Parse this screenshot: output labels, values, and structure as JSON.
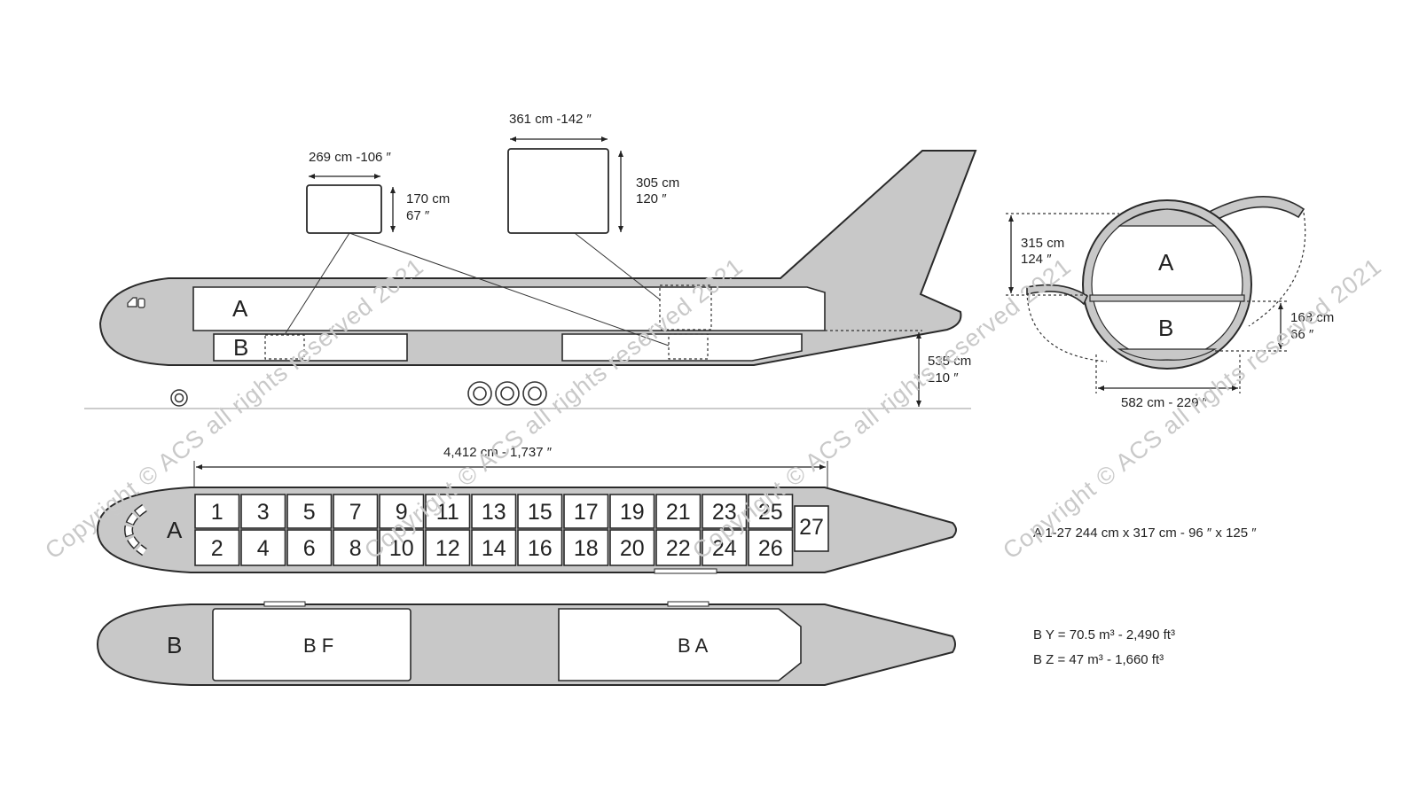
{
  "side_view": {
    "deck_a_label": "A",
    "deck_b_label": "B",
    "pallet_small": {
      "width": "269 cm -106 ″",
      "height_cm": "170 cm",
      "height_in": "67 ″"
    },
    "pallet_large": {
      "width": "361 cm -142 ″",
      "height_cm": "305 cm",
      "height_in": "120 ″"
    },
    "ground_height": {
      "cm": "535 cm",
      "in": "210 ″"
    }
  },
  "cross_section": {
    "label_a": "A",
    "label_b": "B",
    "upper_height": {
      "cm": "315 cm",
      "in": "124 ″"
    },
    "lower_height": {
      "cm": "168 cm",
      "in": "66 ″"
    },
    "width": "582  cm - 229 ″"
  },
  "main_deck_plan": {
    "label": "A",
    "length": "4,412 cm - 1,737 ″",
    "positions_top": [
      "1",
      "3",
      "5",
      "7",
      "9",
      "11",
      "13",
      "15",
      "17",
      "19",
      "21",
      "23",
      "25"
    ],
    "positions_bottom": [
      "2",
      "4",
      "6",
      "8",
      "10",
      "12",
      "14",
      "16",
      "18",
      "20",
      "22",
      "24",
      "26"
    ],
    "tail_position": "27",
    "spec": "A 1-27  244 cm x 317 cm - 96 ″ x 125 ″"
  },
  "lower_deck_plan": {
    "label": "B",
    "forward_hold": "B F",
    "aft_hold": "B A",
    "spec_y": "B Y =  70.5 m³ - 2,490 ft³",
    "spec_z": "B Z =  47 m³ - 1,660 ft³"
  },
  "watermark": "Copyright © ACS all rights reserved 2021",
  "colors": {
    "fuselage": "#c8c8c8",
    "outline": "#2a2a2a",
    "watermark": "#c9c9c9"
  }
}
